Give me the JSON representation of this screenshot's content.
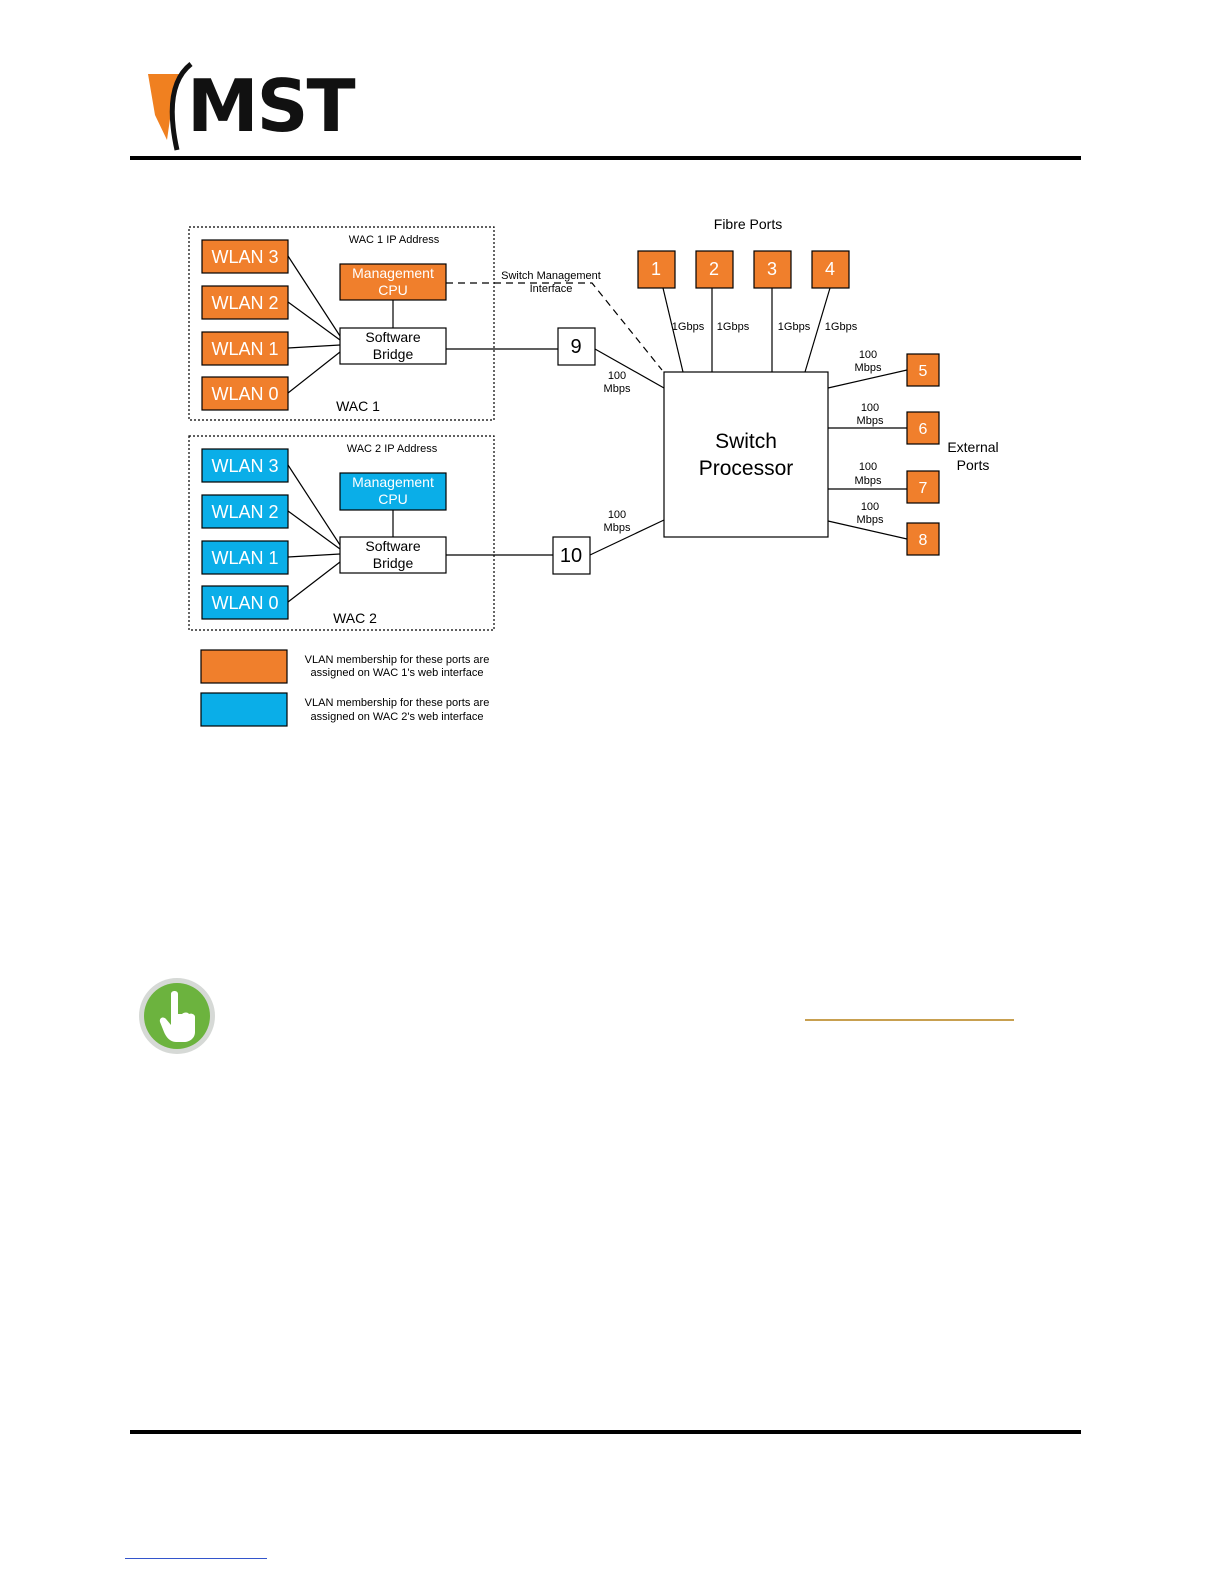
{
  "header": {
    "logo_text": "MST",
    "logo_colors": {
      "accent": "#f08020",
      "dark": "#111111"
    }
  },
  "diagram": {
    "colors": {
      "wac1": "#f07f2c",
      "wac2": "#0aaee8",
      "line": "#000000",
      "box_text": "#ffffff"
    },
    "wac1": {
      "ip_label": "WAC 1 IP Address",
      "name": "WAC 1",
      "wlans": [
        "WLAN 3",
        "WLAN 2",
        "WLAN 1",
        "WLAN 0"
      ],
      "mgmt_line1": "Management",
      "mgmt_line2": "CPU",
      "bridge_line1": "Software",
      "bridge_line2": "Bridge"
    },
    "wac2": {
      "ip_label": "WAC 2 IP Address",
      "name": "WAC 2",
      "wlans": [
        "WLAN 3",
        "WLAN 2",
        "WLAN 1",
        "WLAN 0"
      ],
      "mgmt_line1": "Management",
      "mgmt_line2": "CPU",
      "bridge_line1": "Software",
      "bridge_line2": "Bridge"
    },
    "switch_mgmt_line1": "Switch Management",
    "switch_mgmt_line2": "Interface",
    "fibre_title": "Fibre Ports",
    "fibre_ports": [
      "1",
      "2",
      "3",
      "4"
    ],
    "fibre_speed": "1Gbps",
    "port9": "9",
    "port10": "10",
    "speed_line1": "100",
    "speed_line2": "Mbps",
    "switch_line1": "Switch",
    "switch_line2": "Processor",
    "external_ports": [
      "5",
      "6",
      "7",
      "8"
    ],
    "external_line1": "External",
    "external_line2": "Ports"
  },
  "legend": {
    "wac1_line1": "VLAN membership for these ports are",
    "wac1_line2": "assigned on WAC 1's web interface",
    "wac2_line1": "VLAN membership for these ports are",
    "wac2_line2": "assigned on WAC 2's web interface"
  },
  "note": {
    "icon": "pointing-hand-icon",
    "icon_color": "#6cb33e"
  }
}
